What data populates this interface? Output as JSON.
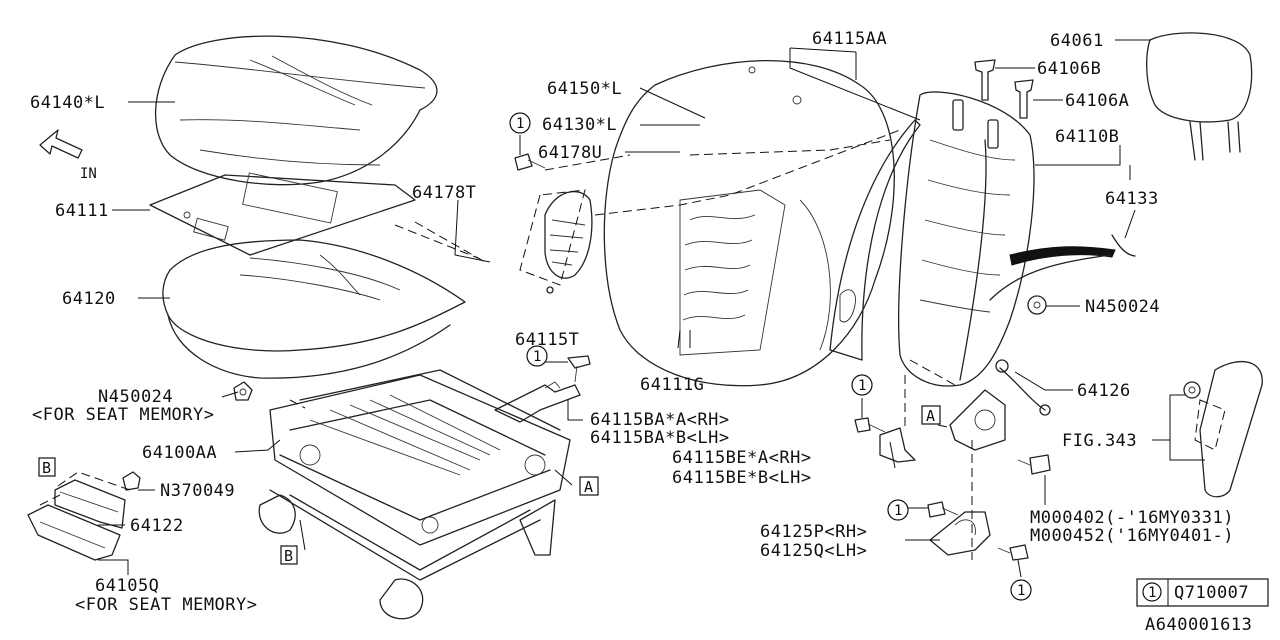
{
  "labels": {
    "p64140L": "64140*L",
    "p64111": "64111",
    "p64178T": "64178T",
    "p64120": "64120",
    "n450024_left": "N450024",
    "for_seat_memory_1": "<FOR SEAT MEMORY>",
    "p64100AA": "64100AA",
    "n370049": "N370049",
    "p64122": "64122",
    "p64105Q": "64105Q",
    "for_seat_memory_2": "<FOR SEAT MEMORY>",
    "p64150L": "64150*L",
    "p64130L": "64130*L",
    "p64178U": "64178U",
    "p64115T": "64115T",
    "p64115AA": "64115AA",
    "p64111G": "64111G",
    "p64115BA_A": "64115BA*A<RH>",
    "p64115BA_B": "64115BA*B<LH>",
    "p64115BE_A": "64115BE*A<RH>",
    "p64115BE_B": "64115BE*B<LH>",
    "p64061": "64061",
    "p64106B": "64106B",
    "p64106A": "64106A",
    "p64110B": "64110B",
    "p64133": "64133",
    "n450024_right": "N450024",
    "p64126": "64126",
    "fig343": "FIG.343",
    "m000402": "M000402(-'16MY0331)",
    "m000452": "M000452('16MY0401-)",
    "p64125P": "64125P<RH>",
    "p64125Q": "64125Q<LH>",
    "in_arrow": "IN",
    "ref_A": "A",
    "ref_B": "B",
    "circle_1": "1"
  },
  "legend": {
    "num": "1",
    "part": "Q710007"
  },
  "diagram_id": "A640001613"
}
